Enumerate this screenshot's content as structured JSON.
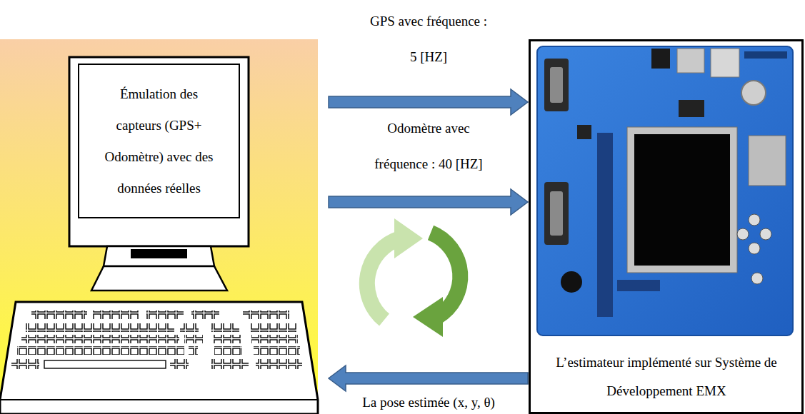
{
  "diagram": {
    "nodes": [
      {
        "text": [
          "Émulation des capteurs (GPS+ Odomètre) avec des données réelles"
        ]
      },
      {
        "text": [
          "L’estimateur implémenté sur Système de Développement EMX"
        ]
      }
    ],
    "edges": [
      {
        "from": 0,
        "to": 1,
        "arrow": "to",
        "label": "GPS avec fréquence : 5 [HZ]"
      },
      {
        "from": 0,
        "to": 1,
        "arrow": "to",
        "label": "Odomètre avec fréquence : 40 [HZ]"
      },
      {
        "from": 1,
        "to": 0,
        "arrow": "to",
        "label": "La pose estimée (x, y, θ)"
      }
    ]
  }
}
